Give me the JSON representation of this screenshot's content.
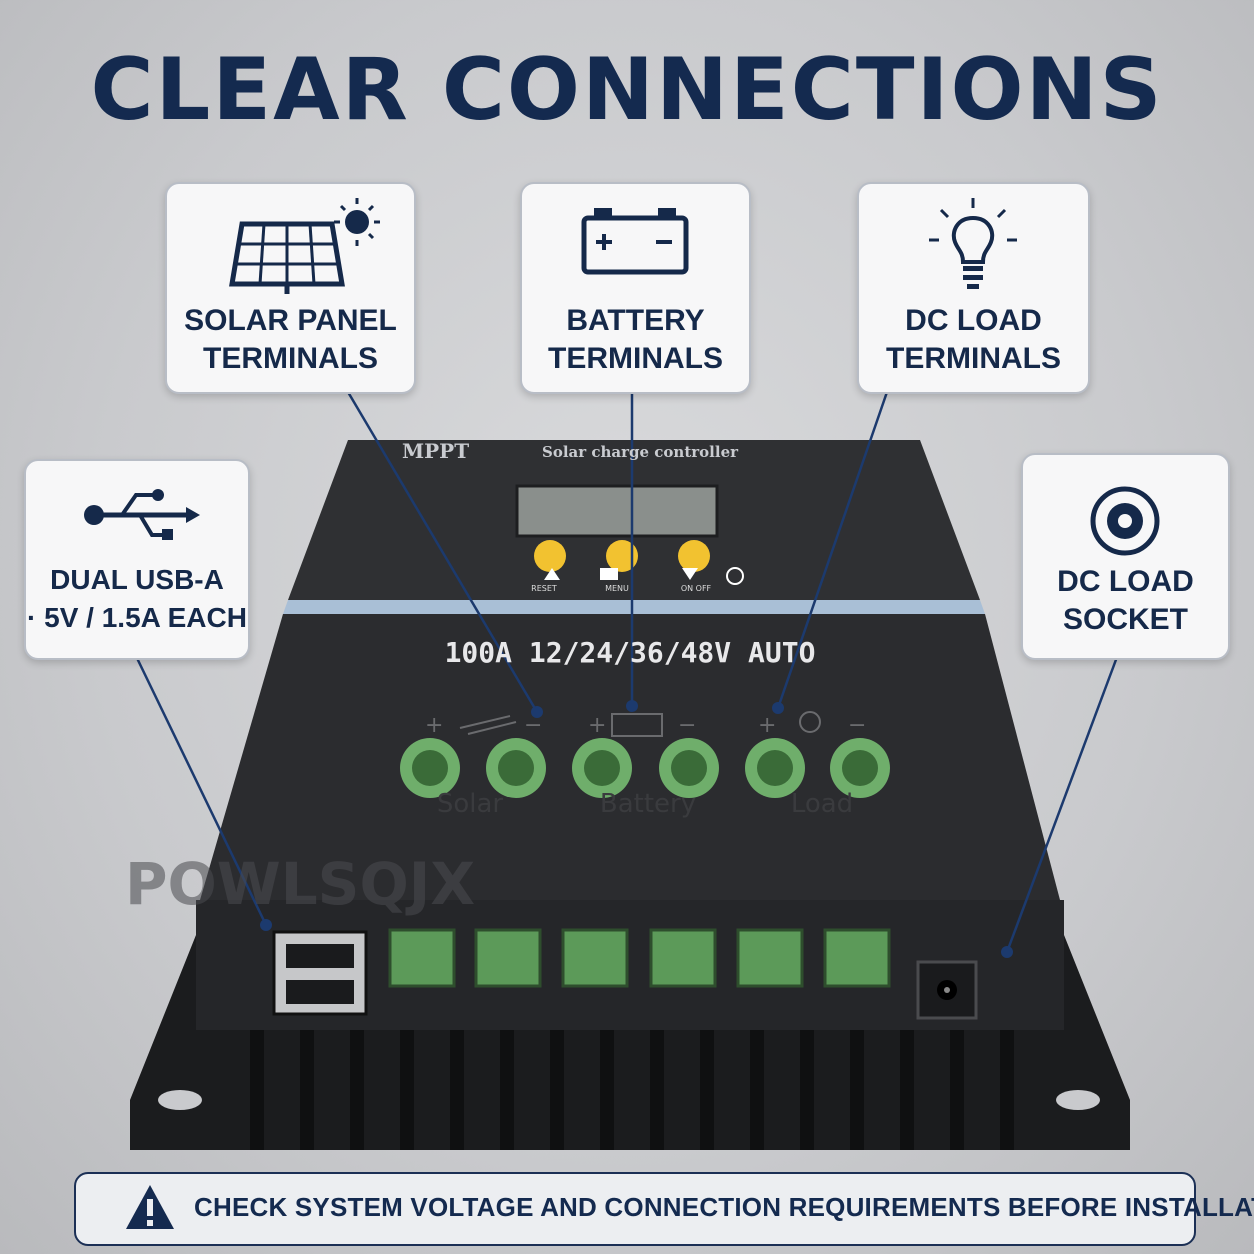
{
  "headline": "CLEAR CONNECTIONS",
  "callouts": {
    "solar": {
      "label": "SOLAR PANEL\nTERMINALS",
      "icon": "solar-panel-icon"
    },
    "battery": {
      "label": "BATTERY\nTERMINALS",
      "icon": "battery-icon"
    },
    "dc_load": {
      "label": "DC LOAD\nTERMINALS",
      "icon": "light-bulb-icon"
    },
    "usb": {
      "label": "DUAL USB-A\n· 5V / 1.5A EACH",
      "icon": "usb-icon"
    },
    "socket": {
      "label": "DC LOAD\nSOCKET",
      "icon": "dc-socket-icon"
    }
  },
  "device": {
    "brand_mode": "MPPT",
    "title": "Solar charge controller",
    "rating": "100A 12/24/36/48V AUTO",
    "buttons": [
      "RESET",
      "MENU",
      "ON OFF"
    ],
    "terminal_groups": [
      "Solar",
      "Battery",
      "Load"
    ],
    "watermark": "POWLSQJX"
  },
  "warning": {
    "text": "CHECK SYSTEM VOLTAGE AND CONNECTION REQUIREMENTS BEFORE INSTALLATION",
    "icon": "warning-triangle-icon"
  },
  "colors": {
    "navy": "#142a4f",
    "terminal_green": "#6fae6b",
    "button_yellow": "#f2c230",
    "body": "#2b2c2f"
  }
}
